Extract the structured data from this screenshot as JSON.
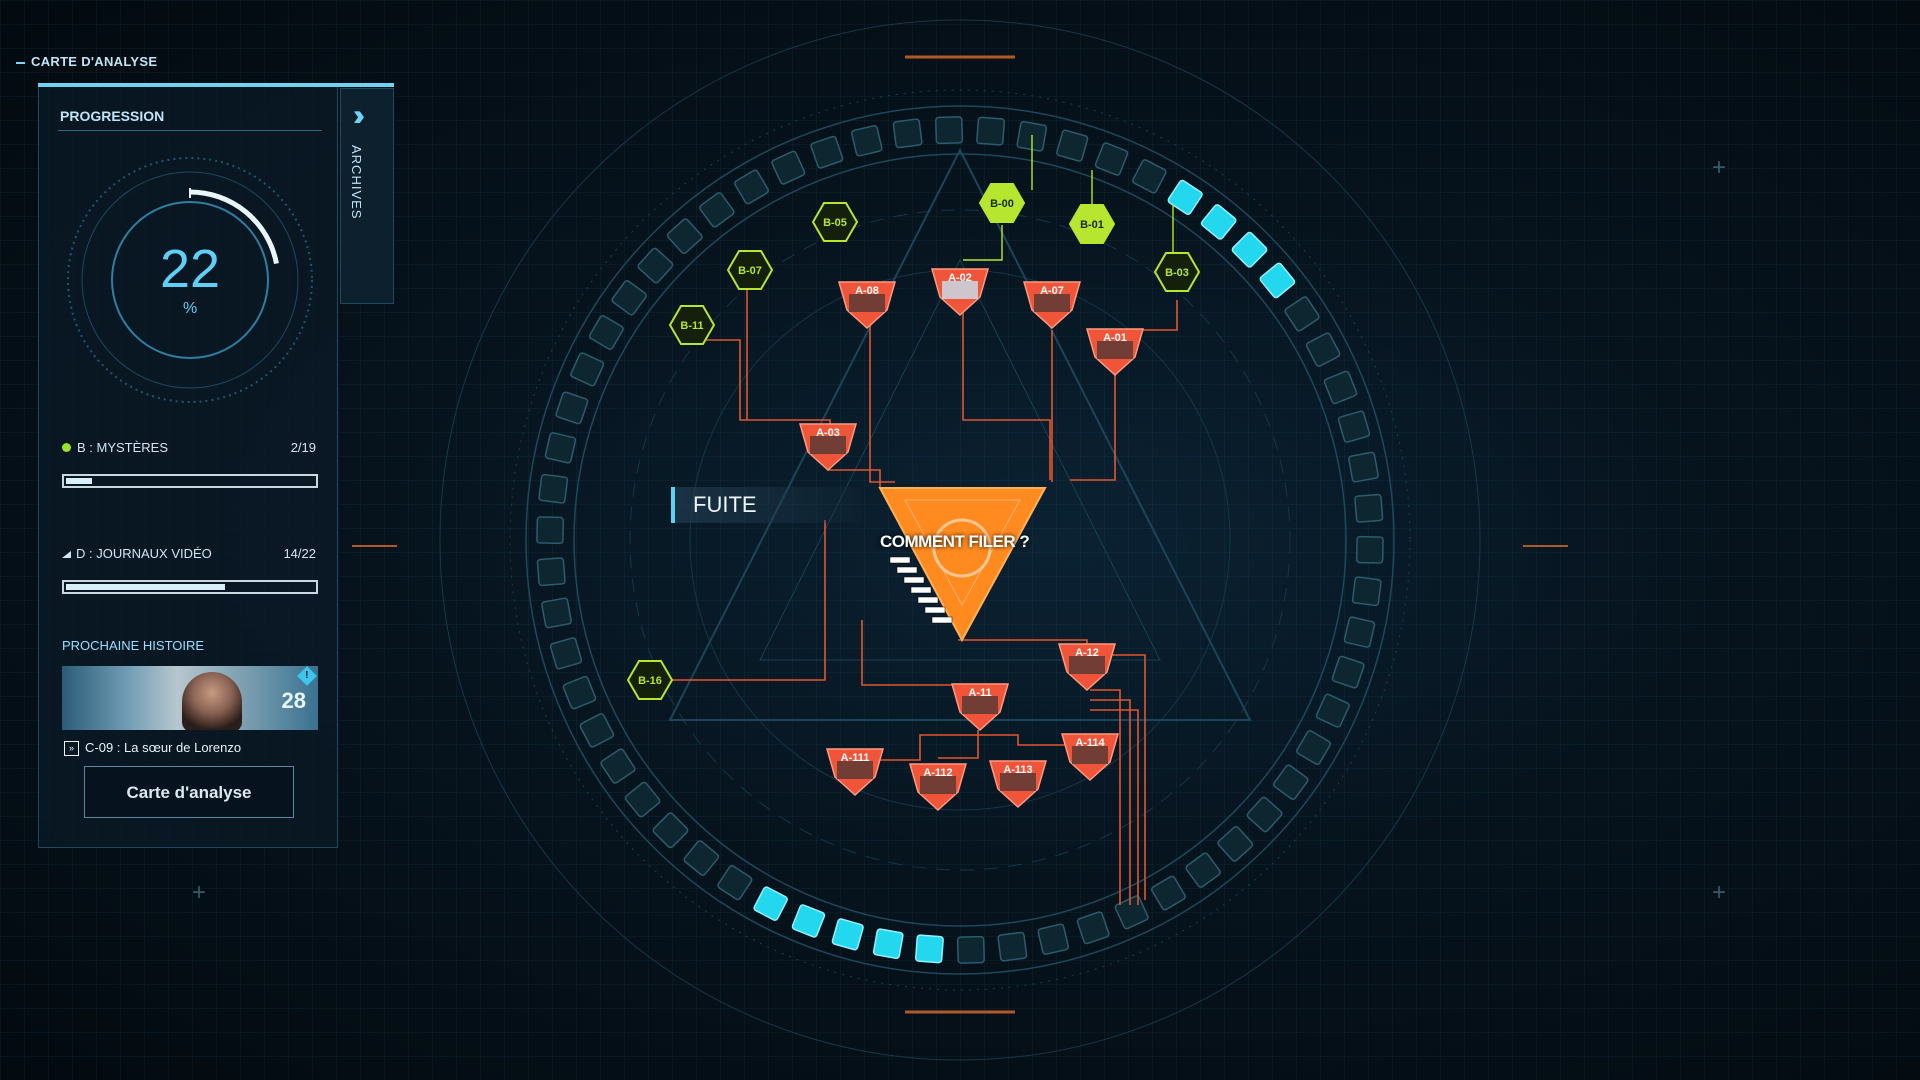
{
  "header": {
    "title": "CARTE D'ANALYSE"
  },
  "sidebar": {
    "tab_label": "ARCHIVES",
    "progression": {
      "title": "PROGRESSION",
      "value": "22",
      "unit": "%",
      "fraction": 0.22
    },
    "categories": [
      {
        "label": "B : MYSTÈRES",
        "count": "2/19",
        "fraction": 0.105
      },
      {
        "label": "D : JOURNAUX VIDÉO",
        "count": "14/22",
        "fraction": 0.636
      }
    ],
    "next_story": {
      "title": "PROCHAINE HISTOIRE",
      "number": "28",
      "badge": "!",
      "story": "C-09 : La sœur de Lorenzo"
    },
    "button_label": "Carte d'analyse"
  },
  "map": {
    "center_title": "FUITE",
    "center_question": "COMMENT FILER ?",
    "red_nodes": [
      "A-03",
      "A-08",
      "A-02",
      "A-07",
      "A-01",
      "A-11",
      "A-12",
      "A-111",
      "A-112",
      "A-113",
      "A-114"
    ],
    "green_nodes": [
      "B-00",
      "B-01",
      "B-05",
      "B-07",
      "B-03",
      "B-11",
      "B-16"
    ],
    "colors": {
      "accent": "#5ed0f5",
      "red": "#f0553a",
      "orange": "#ff8a1f",
      "green": "#b6e62f",
      "ring": "#1b4a5a",
      "active": "#22d7ee"
    }
  }
}
